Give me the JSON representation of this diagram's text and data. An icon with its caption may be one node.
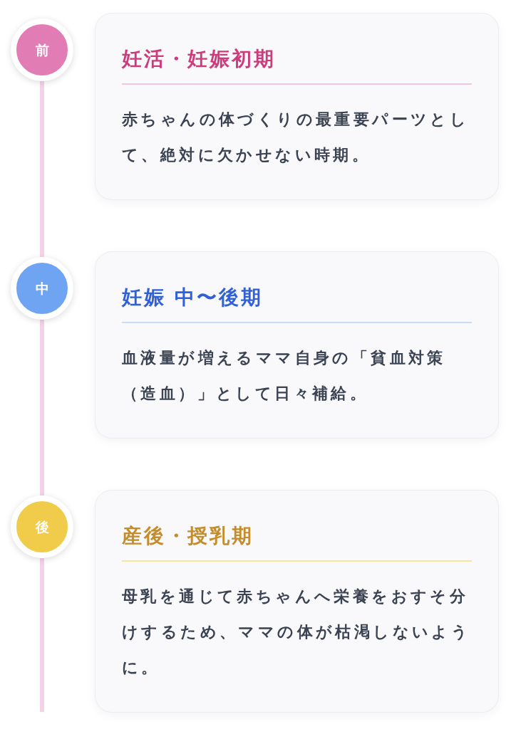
{
  "diagram": {
    "nodes": [
      {
        "text": [
          "前"
        ]
      },
      {
        "text": [
          "妊活・妊娠初期",
          "赤ちゃんの体づくりの最重要パーツとして、絶対に欠かせない時期。"
        ]
      },
      {
        "text": [
          "中"
        ]
      },
      {
        "text": [
          "妊娠 中〜後期",
          "血液量が増えるママ自身の「貧血対策（造血）」として日々補給。"
        ]
      },
      {
        "text": [
          "後"
        ]
      },
      {
        "text": [
          "産後・授乳期",
          "母乳を通じて赤ちゃんへ栄養をおすそ分けするため、ママの体が枯渇しないように。"
        ]
      }
    ],
    "edges": [
      {
        "from": 0,
        "to": 2,
        "arrow": "none"
      },
      {
        "from": 2,
        "to": 4,
        "arrow": "none"
      },
      {
        "from": 4,
        "to": null,
        "arrow": "none"
      }
    ]
  }
}
